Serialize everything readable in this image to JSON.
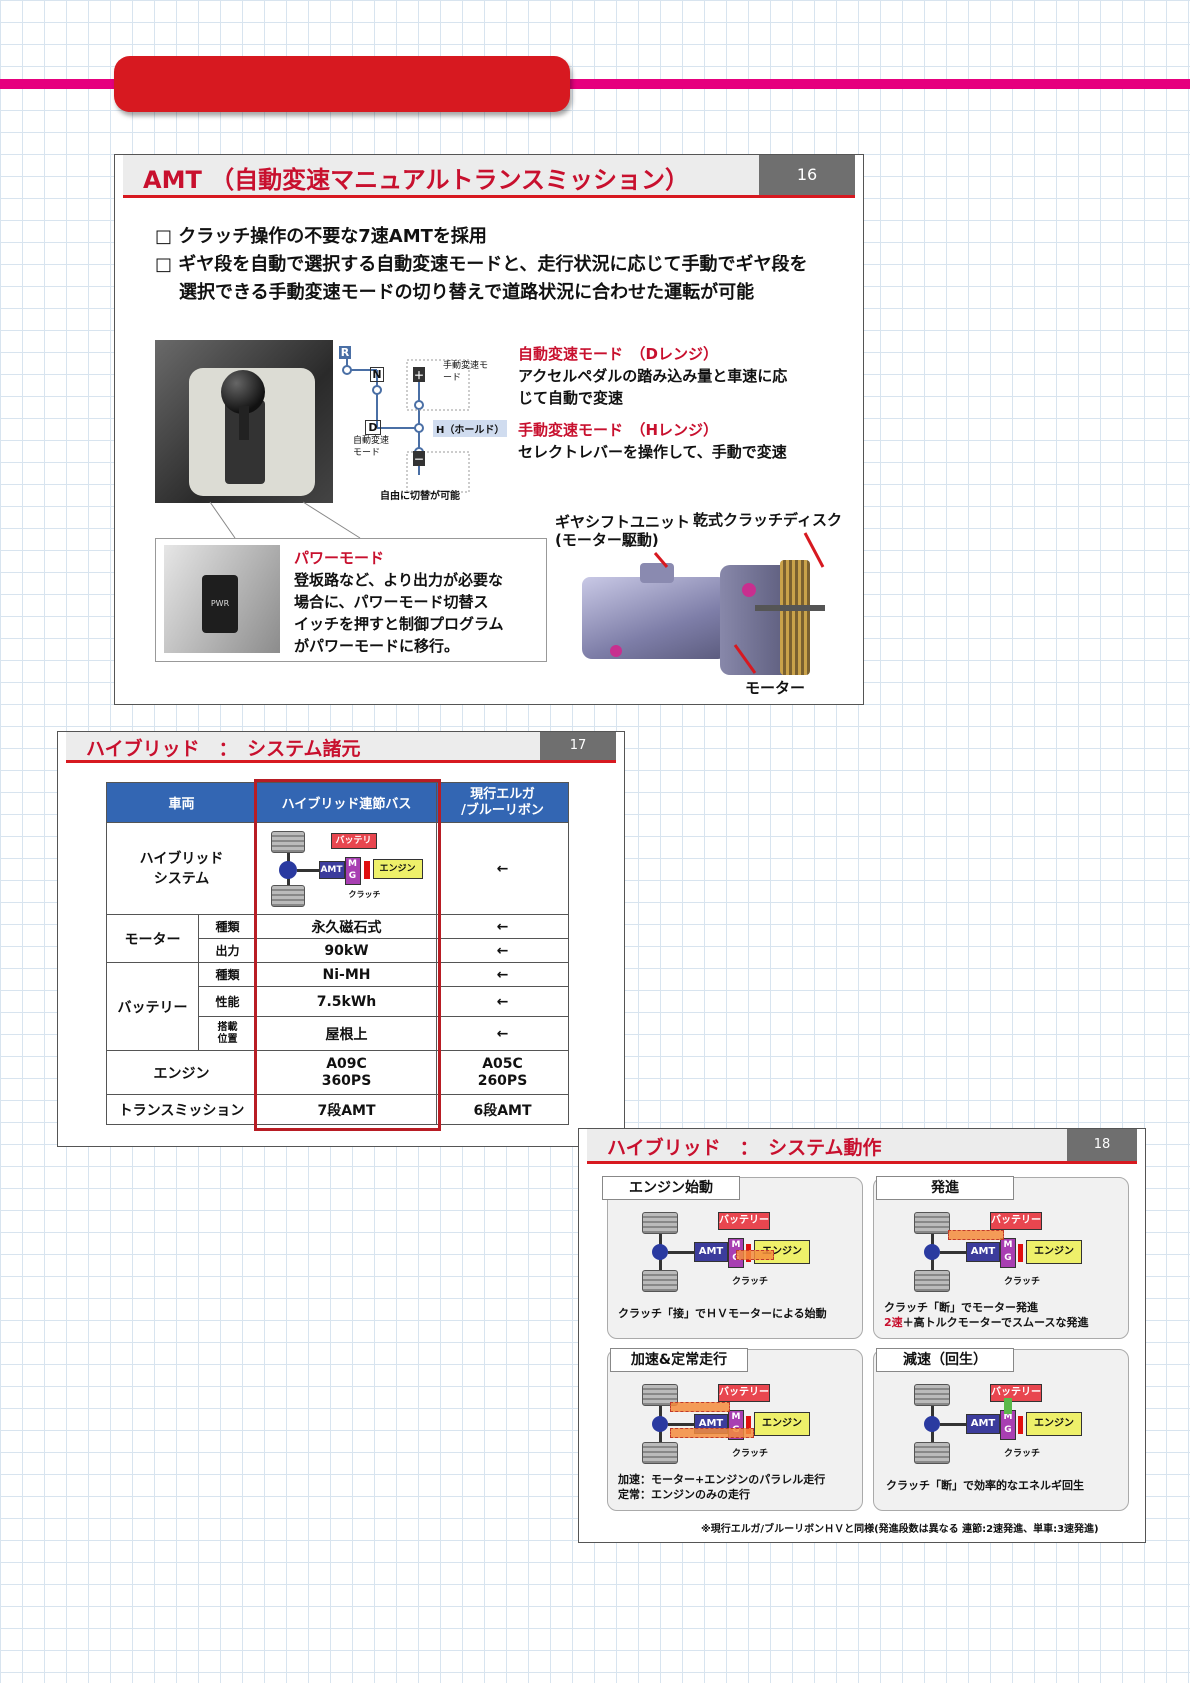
{
  "slide16": {
    "title": "AMT （自動変速マニュアルトランスミッション）",
    "page": "16",
    "bullets": [
      "クラッチ操作の不要な7速AMTを採用",
      "ギヤ段を自動で選択する自動変速モードと、走行状況に応じて手動でギヤ段を",
      "選択できる手動変速モードの切り替えで道路状況に合わせた運転が可能"
    ],
    "shift": {
      "R": "R",
      "N": "N",
      "D": "D",
      "plus": "＋",
      "minus": "－",
      "hold": "H（ホールド）",
      "manual": "手動変速モード",
      "auto": "自動変速モード",
      "free": "自由に切替が可能"
    },
    "dmode_title": "自動変速モード　（Dレンジ）",
    "dmode_text": [
      "アクセルペダルの踏み込み量と車速に応",
      "じて自動で変速"
    ],
    "hmode_title": "手動変速モード　（Hレンジ）",
    "hmode_text": "セレクトレバーを操作して、手動で変速",
    "power_title": "パワーモード",
    "power_text": [
      "登坂路など、より出力が必要な",
      "場合に、パワーモード切替ス",
      "イッチを押すと制御プログラム",
      "がパワーモードに移行。"
    ],
    "pwr": "PWR",
    "labels": {
      "gearshift": [
        "ギヤシフトユニット",
        "(モーター駆動)"
      ],
      "clutch_disc": "乾式クラッチディスク",
      "motor": "モーター"
    }
  },
  "slide17": {
    "title": "ハイブリッド　：　システム諸元",
    "page": "17",
    "headers": [
      "車両",
      "ハイブリッド連節バス",
      "現行エルガ\n/ブルーリボン"
    ],
    "rows": {
      "hybrid_system": "ハイブリッド\nシステム",
      "motor": "モーター",
      "battery": "バッテリー",
      "type": "種類",
      "output": "出力",
      "performance": "性能",
      "mount": "搭載\n位置",
      "engine": "エンジン",
      "transmission": "トランスミッション"
    },
    "values": {
      "arrow": "←",
      "motor_type": "永久磁石式",
      "motor_output": "90kW",
      "battery_type": "Ni-MH",
      "battery_perf": "7.5kWh",
      "battery_mount": "屋根上",
      "engine_new": "A09C\n360PS",
      "engine_old": "A05C\n260PS",
      "trans_new": "7段AMT",
      "trans_old": "6段AMT"
    },
    "diagram": {
      "battery": "バッテリー",
      "amt": "AMT",
      "mg": "M\nG",
      "engine": "エンジン",
      "clutch": "クラッチ"
    }
  },
  "slide18": {
    "title": "ハイブリッド　：　システム動作",
    "page": "18",
    "panels": [
      {
        "title": "エンジン始動",
        "caption": [
          "クラッチ「接」でＨＶモーターによる始動"
        ]
      },
      {
        "title": "発進",
        "caption": [
          "クラッチ「断」でモーター発進",
          "2速",
          "＋高トルクモーターでスムースな発進"
        ]
      },
      {
        "title": "加速&定常走行",
        "caption": [
          "加速：モーター+エンジンのパラレル走行",
          "定常：エンジンのみの走行"
        ]
      },
      {
        "title": "減速（回生）",
        "caption": [
          "クラッチ「断」で効率的なエネルギ回生"
        ]
      }
    ],
    "diagram": {
      "battery": "バッテリー",
      "amt": "AMT",
      "mg": "M\nG",
      "engine": "エンジン",
      "clutch": "クラッチ"
    },
    "footnote": "※現行エルガ/ブルーリボンＨＶと同様(発進段数は異なる 連節:2速発進、単車:3速発進)"
  }
}
